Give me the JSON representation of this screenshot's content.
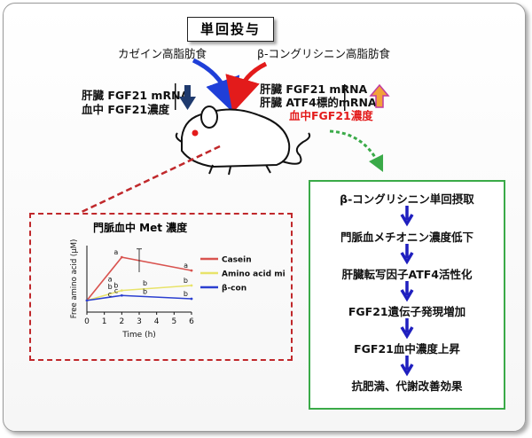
{
  "title": "単回投与",
  "casein_diet": "カゼイン高脂肪食",
  "bcon_diet": "β-コングリシニン高脂肪食",
  "left_effects": [
    "肝臓 FGF21 mRNA",
    "血中 FGF21濃度"
  ],
  "right_effects": [
    "肝臓 FGF21 mRNA",
    "肝臓 ATF4標的mRNA"
  ],
  "right_effect_red": "血中FGF21濃度",
  "colors": {
    "down_arrow": "#1f3a6e",
    "up_arrow": "#f2a23a",
    "blue_arrow": "#1f3fd8",
    "red_arrow": "#e31b1b",
    "dash_box": "#c0282b",
    "flow_border": "#3aaa48",
    "flow_arrow": "#1f1fbf"
  },
  "icons": {
    "mouse": "mouse-illustration",
    "down": "down-arrow-icon",
    "up": "up-arrow-icon"
  },
  "flow_steps": [
    "β-コングリシニン単回摂取",
    "門脈血メチオニン濃度低下",
    "肝臓転写因子ATF4活性化",
    "FGF21遺伝子発現増加",
    "FGF21血中濃度上昇",
    "抗肥満、代謝改善効果"
  ],
  "chart_data": {
    "type": "line",
    "title": "門脈血中 Met 濃度",
    "xlabel": "Time (h)",
    "ylabel": "Free amino acid (μM)",
    "x": [
      0,
      2,
      6
    ],
    "x_ticks": [
      0,
      1,
      2,
      3,
      4,
      5,
      6
    ],
    "xlim": [
      0,
      6
    ],
    "ylim": [
      0,
      200
    ],
    "grid": false,
    "legend_position": "right",
    "series": [
      {
        "name": "Casein",
        "color": "#d9534f",
        "values": [
          35,
          165,
          125
        ],
        "labels": [
          "",
          "a",
          "a"
        ]
      },
      {
        "name": "Amino acid mix.",
        "color": "#e8e36a",
        "values": [
          35,
          65,
          80
        ],
        "labels": [
          "",
          "b",
          "b"
        ]
      },
      {
        "name": "β-con",
        "color": "#2b3fd0",
        "values": [
          35,
          50,
          40
        ],
        "labels": [
          "",
          "c",
          "b"
        ]
      }
    ],
    "extra_labels": [
      {
        "x": 1,
        "y": 92,
        "text": "a"
      },
      {
        "x": 1,
        "y": 70,
        "text": "b"
      },
      {
        "x": 1,
        "y": 47,
        "text": "c"
      },
      {
        "x": 3,
        "y": 80,
        "text": "b"
      },
      {
        "x": 3,
        "y": 55,
        "text": "b"
      }
    ]
  }
}
